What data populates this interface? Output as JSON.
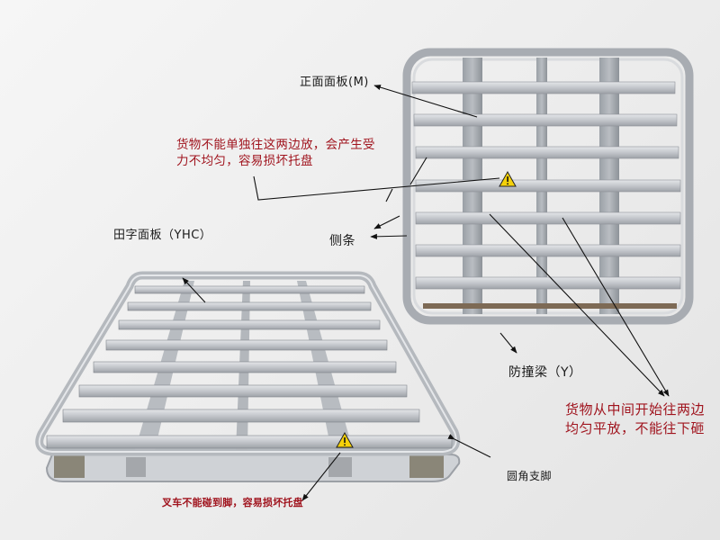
{
  "labels": {
    "front_panel": "正面面板(M)",
    "field_panel": "田字面板（YHC）",
    "side_strip": "侧条",
    "bumper_beam": "防撞梁（Y）",
    "round_leg": "圆角支脚"
  },
  "warnings": {
    "edge_load": {
      "line1": "货物不能单独往这两边放，会产生受",
      "line2": "力不均匀，容易损坏托盘"
    },
    "center_load": {
      "line1": "货物从中间开始往两边",
      "line2": "均匀平放，不能往下砸"
    },
    "forklift": "叉车不能碰到脚，容易损坏托盘"
  },
  "colors": {
    "warning_text": "#a0141e",
    "label_text": "#1a1a1a",
    "metal": "#c9ccd1",
    "warning_icon": "#f5d10a"
  }
}
